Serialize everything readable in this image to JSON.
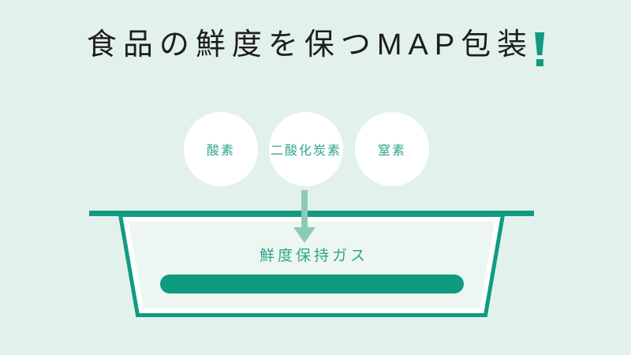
{
  "page": {
    "background_color": "#e2f1eb"
  },
  "title": {
    "text": "食品の鮮度を保つMAP包装",
    "color": "#1e1e1e",
    "exclamation_icon": "teal exclamation mark"
  },
  "gases": [
    {
      "label": "酸素"
    },
    {
      "label": "二酸化炭素"
    },
    {
      "label": "窒素"
    }
  ],
  "arrow": {
    "direction": "down",
    "color": "#8ccab8"
  },
  "tray": {
    "label": "鮮度保持ガス",
    "label_color": "#2ea68c",
    "outline_color": "#109b81",
    "interior_color": "#edf6f1",
    "bar_color": "#0f9b80"
  },
  "colors": {
    "teal": "#109b81",
    "light_teal_arrow": "#8ccab8",
    "text_teal": "#2ea68c",
    "white": "#ffffff",
    "tray_interior": "#edf6f1",
    "background": "#e2f1eb",
    "title_text": "#1e1e1e"
  }
}
